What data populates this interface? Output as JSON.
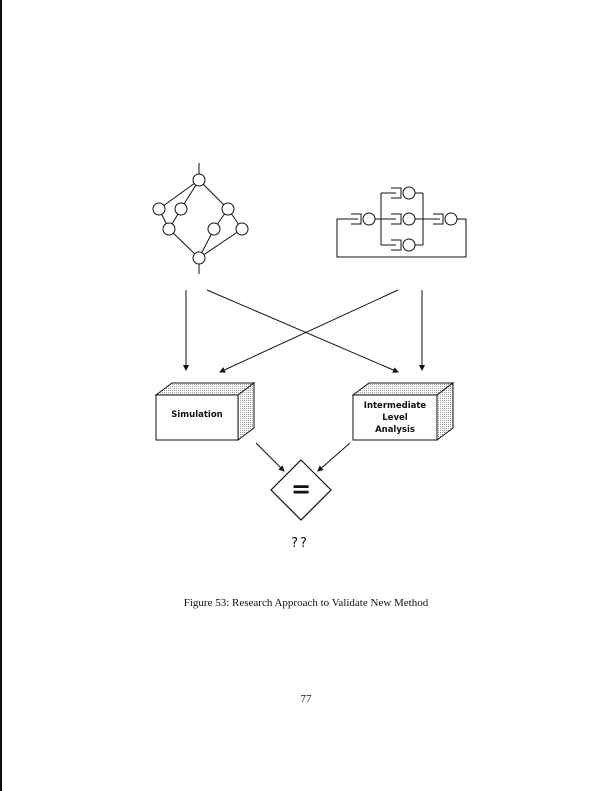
{
  "diagram": {
    "box_left": "Simulation",
    "box_right_lines": [
      "Intermediate",
      "Level",
      "Analysis"
    ],
    "comparison_symbol": "=",
    "question": "??"
  },
  "caption": "Figure 53: Research Approach to Validate New Method",
  "page_number": "77"
}
